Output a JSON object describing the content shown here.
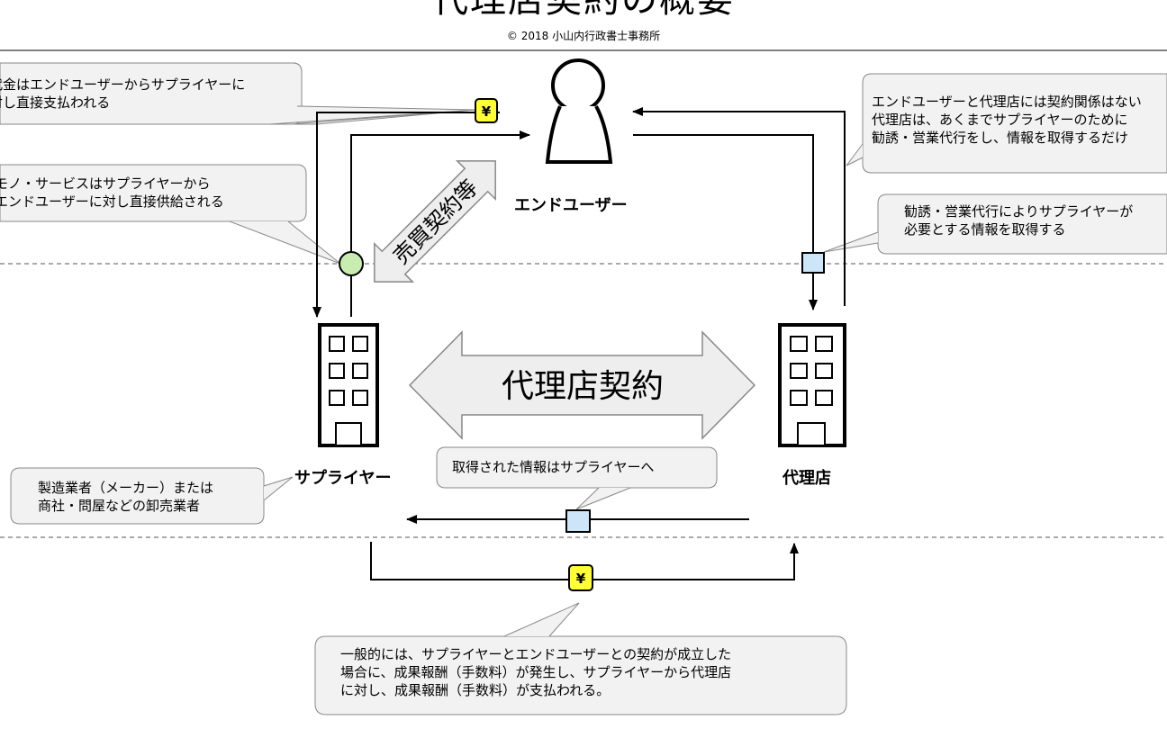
{
  "header": {
    "title": "代理店契約の概要",
    "copyright": "© 2018 小山内行政書士事務所"
  },
  "actors": {
    "end_user": "エンドユーザー",
    "supplier": "サプライヤー",
    "agency": "代理店"
  },
  "labels": {
    "agency_contract": "代理店契約",
    "sales_contract": "売買契約等",
    "yen_symbol": "¥"
  },
  "callouts": {
    "payment": {
      "line1": "代金はエンドユーザーからサプライヤーに",
      "line2": "対し直接支払われる"
    },
    "goods": {
      "line1": "モノ・サービスはサプライヤーから",
      "line2": "エンドユーザーに対し直接供給される"
    },
    "no_contract": {
      "line1": "エンドユーザーと代理店には契約関係はない",
      "line2": "代理店は、あくまでサプライヤーのために",
      "line3": "勧誘・営業代行をし、情報を取得するだけ"
    },
    "info_acquire": {
      "line1": "勧誘・営業代行によりサプライヤーが",
      "line2": "必要とする情報を取得する"
    },
    "supplier_desc": {
      "line1": "製造業者（メーカー）または",
      "line2": "商社・問屋などの卸売業者"
    },
    "info_to_supplier": {
      "line1": "取得された情報はサプライヤーへ"
    },
    "commission": {
      "line1": "一般的には、サプライヤーとエンドユーザーとの契約が成立した",
      "line2": "場合に、成果報酬（手数料）が発生し、サプライヤーから代理店",
      "line3": "に対し、成果報酬（手数料）が支払われる。"
    }
  },
  "colors": {
    "yen_badge": "#ffff33",
    "info_square": "#cce6f7",
    "goods_circle": "#c9ecb0",
    "callout_fill": "#f2f2f2",
    "arrow_fill": "#eeeeee"
  }
}
